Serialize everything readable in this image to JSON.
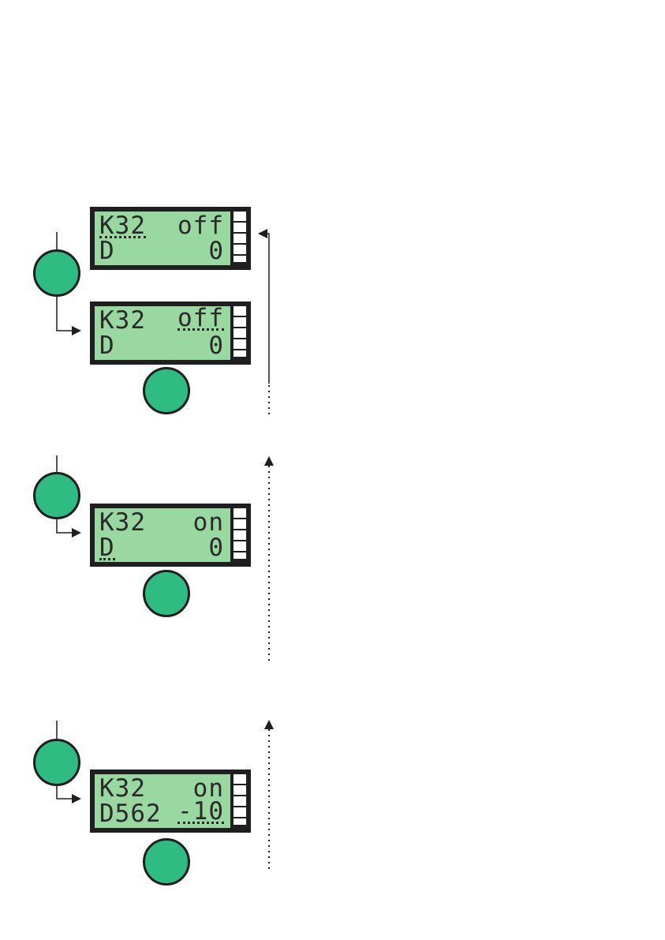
{
  "colors": {
    "lcd_background": "#99d9a1",
    "lcd_frame": "#1f1f1f",
    "knob": "#2ebc83",
    "text": "#2a2a2a"
  },
  "steps": [
    {
      "row1_left": "K32",
      "row1_right": "off",
      "row2_left": "D",
      "row2_right": "0"
    },
    {
      "row1_left": "K32",
      "row1_right": "off",
      "row2_left": "D",
      "row2_right": "0"
    },
    {
      "row1_left": "K32",
      "row1_right": "on",
      "row2_left": "D",
      "row2_right": "0"
    },
    {
      "row1_left": "K32",
      "row1_right": "on",
      "row2_left": "D562",
      "row2_right": "-10"
    }
  ]
}
